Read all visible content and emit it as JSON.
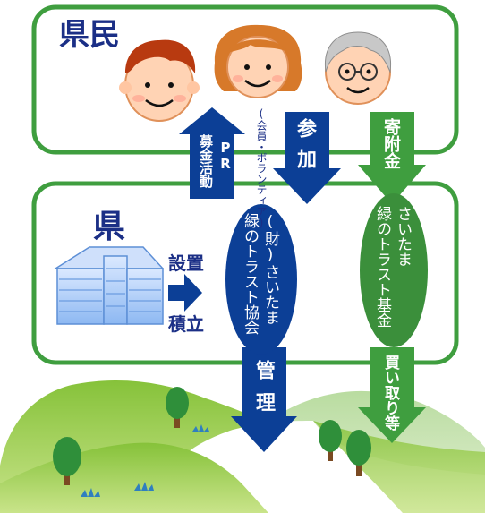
{
  "citizens": {
    "title": "県民"
  },
  "prefecture": {
    "title": "県",
    "action_line1": "設置",
    "action_line2": "積立"
  },
  "association": {
    "name_line1": "(財)さいたま",
    "name_line2": "緑のトラスト協会"
  },
  "fund": {
    "name_line1": "さいたま",
    "name_line2": "緑のトラスト基金"
  },
  "flows": {
    "pr": {
      "line1": "PR",
      "line2": "募金活動"
    },
    "participation": {
      "label": "参加",
      "note": "(会員・ボランティア)"
    },
    "donation": {
      "label": "寄附金"
    },
    "management": {
      "label": "管理"
    },
    "purchase": {
      "label": "買い取り等"
    }
  },
  "colors": {
    "frame_green": "#3f9e3f",
    "navy": "#0c3f96",
    "fund_green": "#3b8f3b",
    "label_navy": "#1b2f86"
  }
}
